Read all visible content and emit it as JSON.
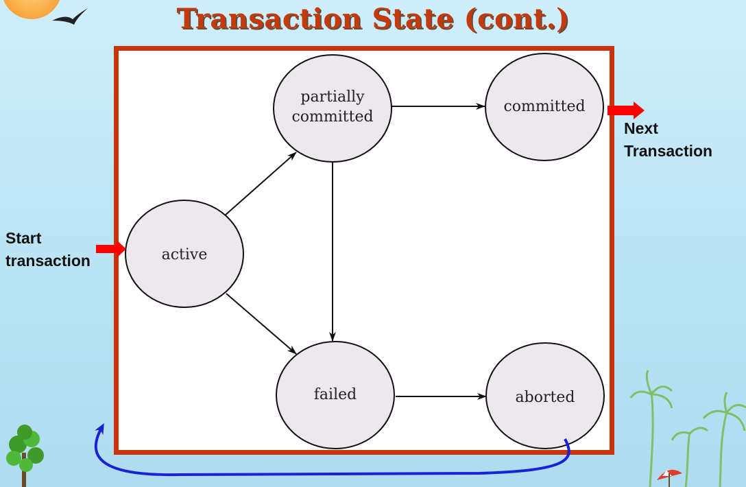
{
  "title": "Transaction State (cont.)",
  "labels": {
    "start_line1": "Start",
    "start_line2": "transaction",
    "next_line1": "Next",
    "next_line2": "Transaction"
  },
  "nodes": {
    "active": "active",
    "partially_committed_line1": "partially",
    "partially_committed_line2": "committed",
    "committed": "committed",
    "failed": "failed",
    "aborted": "aborted"
  },
  "edges": [
    {
      "from": "active",
      "to": "partially committed"
    },
    {
      "from": "active",
      "to": "failed"
    },
    {
      "from": "partially committed",
      "to": "committed"
    },
    {
      "from": "partially committed",
      "to": "failed"
    },
    {
      "from": "failed",
      "to": "aborted"
    },
    {
      "from": "aborted",
      "to": "start transaction"
    }
  ],
  "colors": {
    "title": "#c23a0e",
    "frame": "#c8350c",
    "node_fill": "#ece8ee",
    "red_arrow": "#ff0000",
    "loop_arrow": "#1a22d6"
  }
}
